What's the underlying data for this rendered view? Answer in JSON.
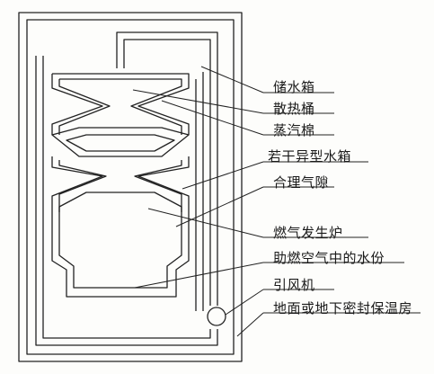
{
  "labels": {
    "water_tank": "储水箱",
    "radiator_bucket": "散热桶",
    "steam_cotton": "蒸汽棉",
    "shaped_tanks": "若干异型水箱",
    "air_gap": "合理气隙",
    "gas_furnace": "燃气发生炉",
    "combustion_air_moisture": "助燃空气中的水份",
    "induced_fan": "引风机",
    "insulated_room": "地面或地下密封保温房"
  },
  "colors": {
    "ink": "#222222",
    "paper": "#fdfdfb"
  }
}
